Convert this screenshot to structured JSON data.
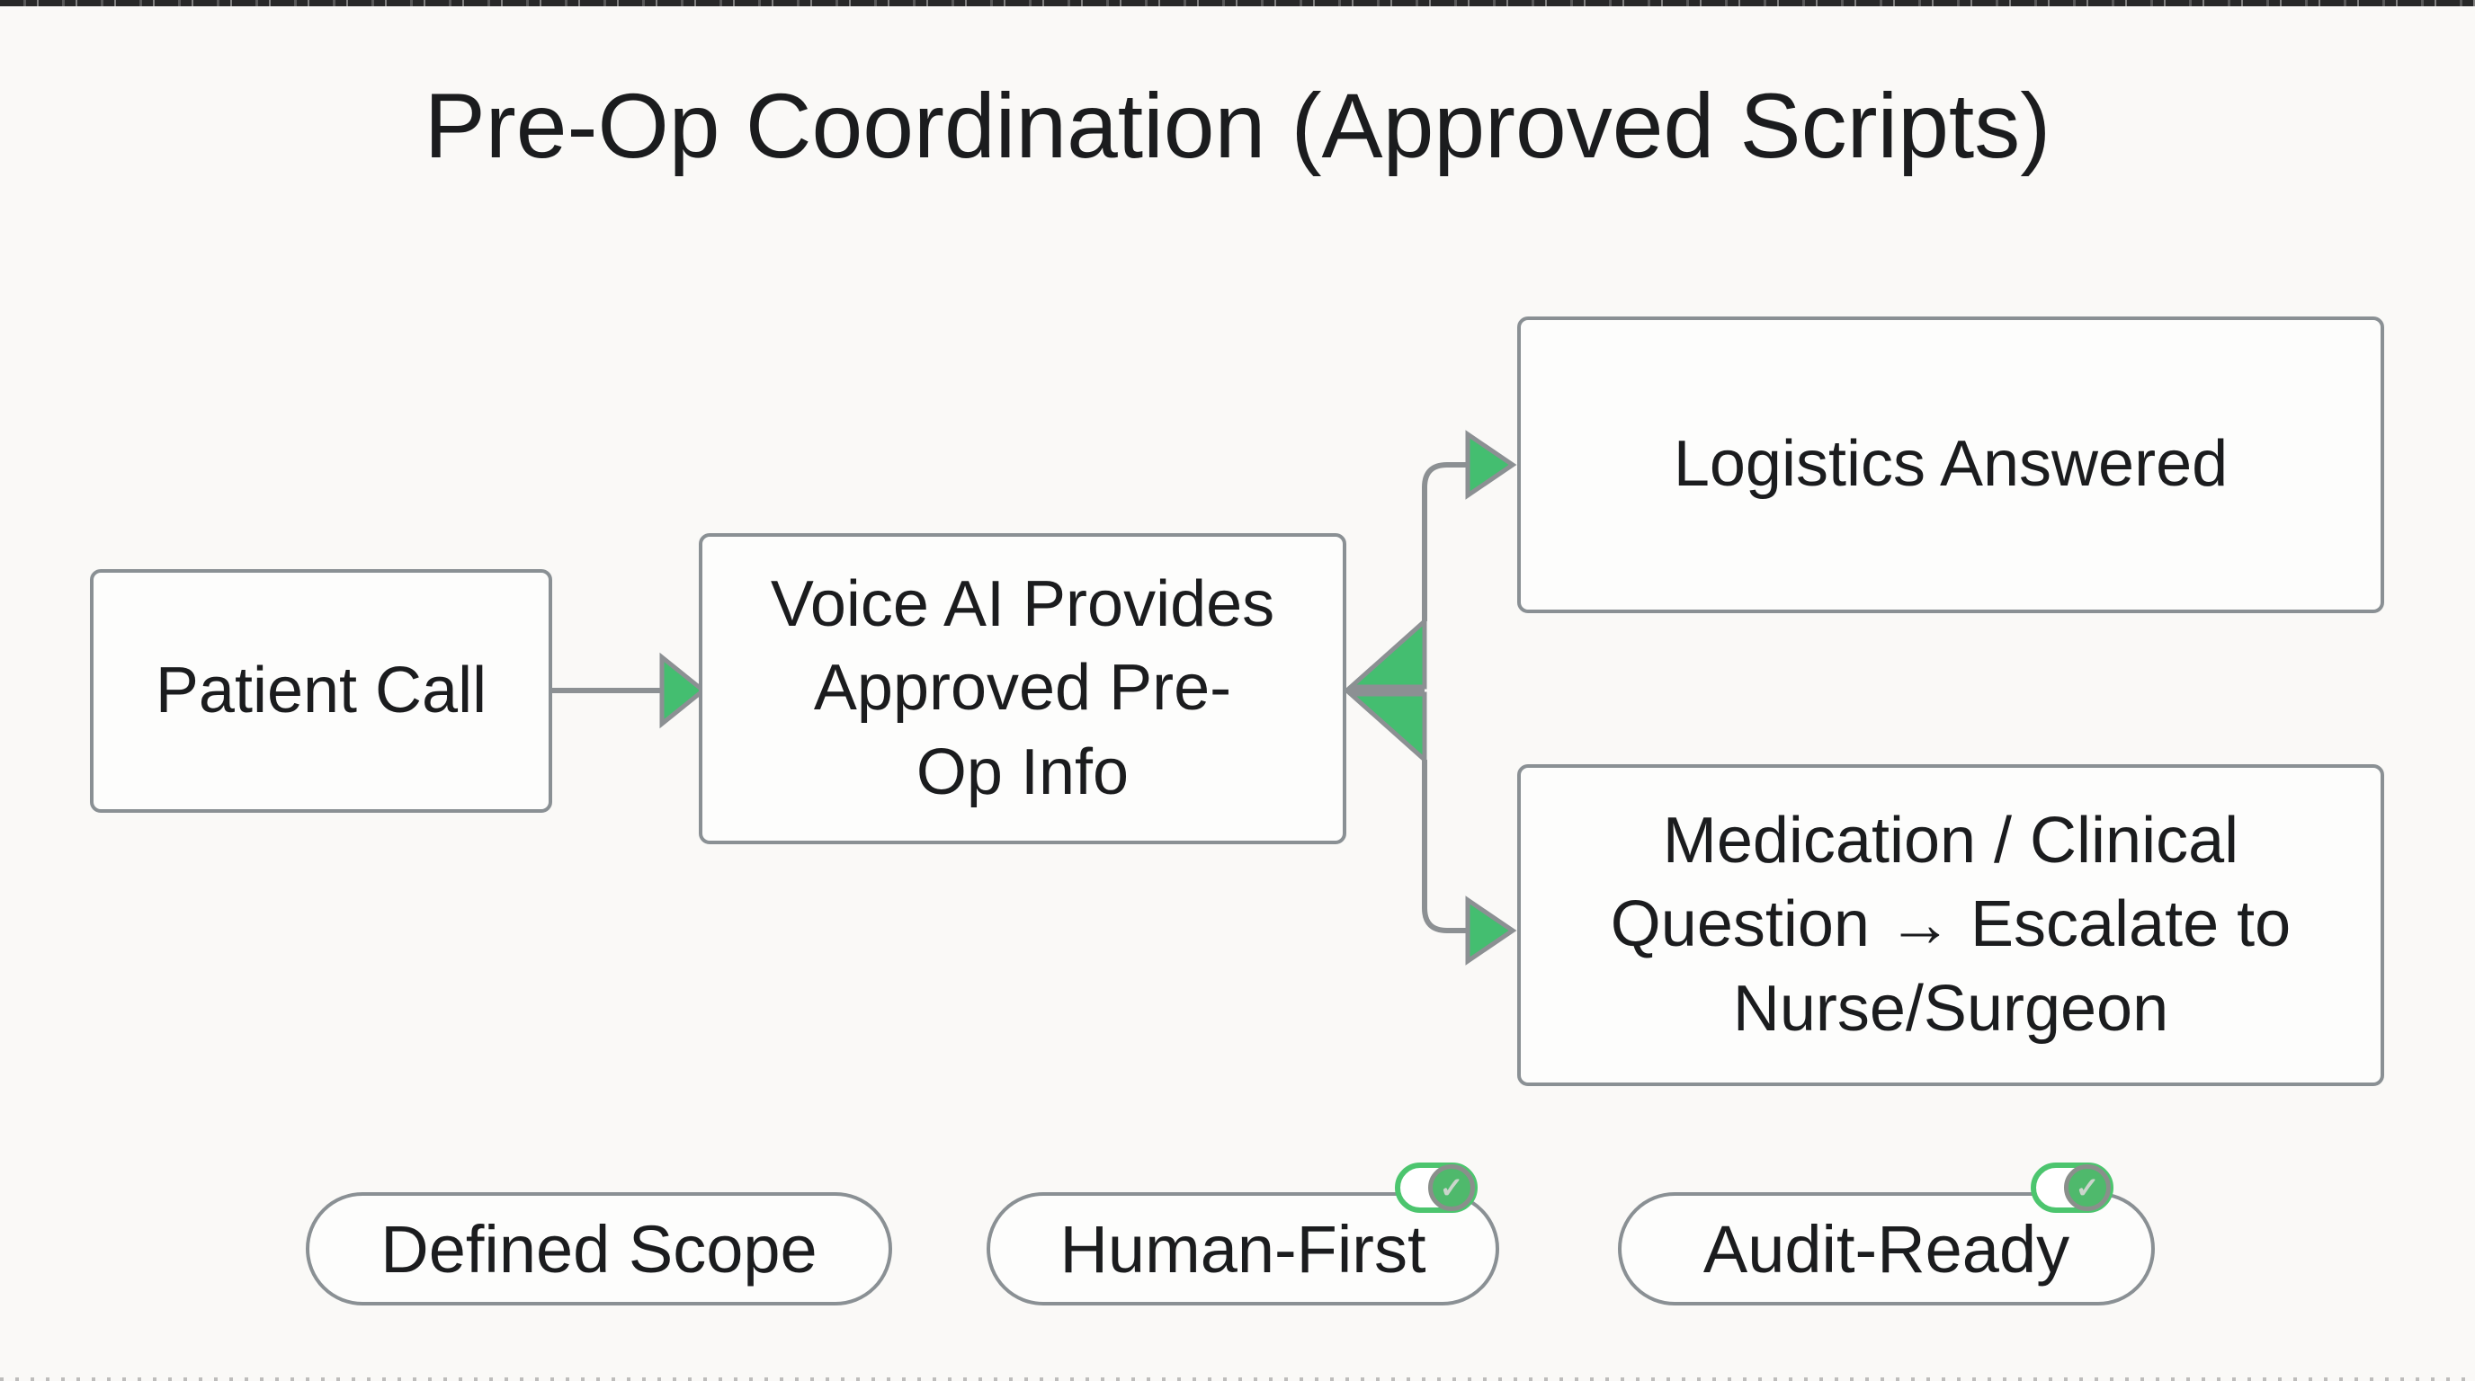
{
  "title": "Pre-Op Coordination (Approved Scripts)",
  "flow": {
    "patient_call": {
      "label": "Patient Call"
    },
    "voice_ai": {
      "lines": [
        "Voice AI Provides",
        "Approved Pre-",
        "Op Info"
      ]
    },
    "logistics": {
      "label": "Logistics Answered"
    },
    "medication": {
      "lines": [
        "Medication / Clinical",
        "Question → Escalate to",
        "Nurse/Surgeon"
      ]
    }
  },
  "badges": [
    {
      "label": "Defined Scope",
      "has_toggle": false,
      "toggle_state": ""
    },
    {
      "label": "Human-First",
      "has_toggle": true,
      "toggle_state": "on"
    },
    {
      "label": "Audit-Ready",
      "has_toggle": true,
      "toggle_state": "on"
    }
  ],
  "icons": {
    "toggle_check": "✓"
  },
  "colors": {
    "background": "#FAF9F7",
    "node_fill": "#FDFDFC",
    "node_border": "#8A9094",
    "connector": "#8C9093",
    "arrow_green": "#44BE70",
    "toggle_green": "#4CC56E",
    "knob_green": "#4FB96C",
    "knob_ring": "#8A8F8B",
    "check": "#CBD5CC",
    "text": "#1B1C1E",
    "edge_strip": "#161616"
  }
}
